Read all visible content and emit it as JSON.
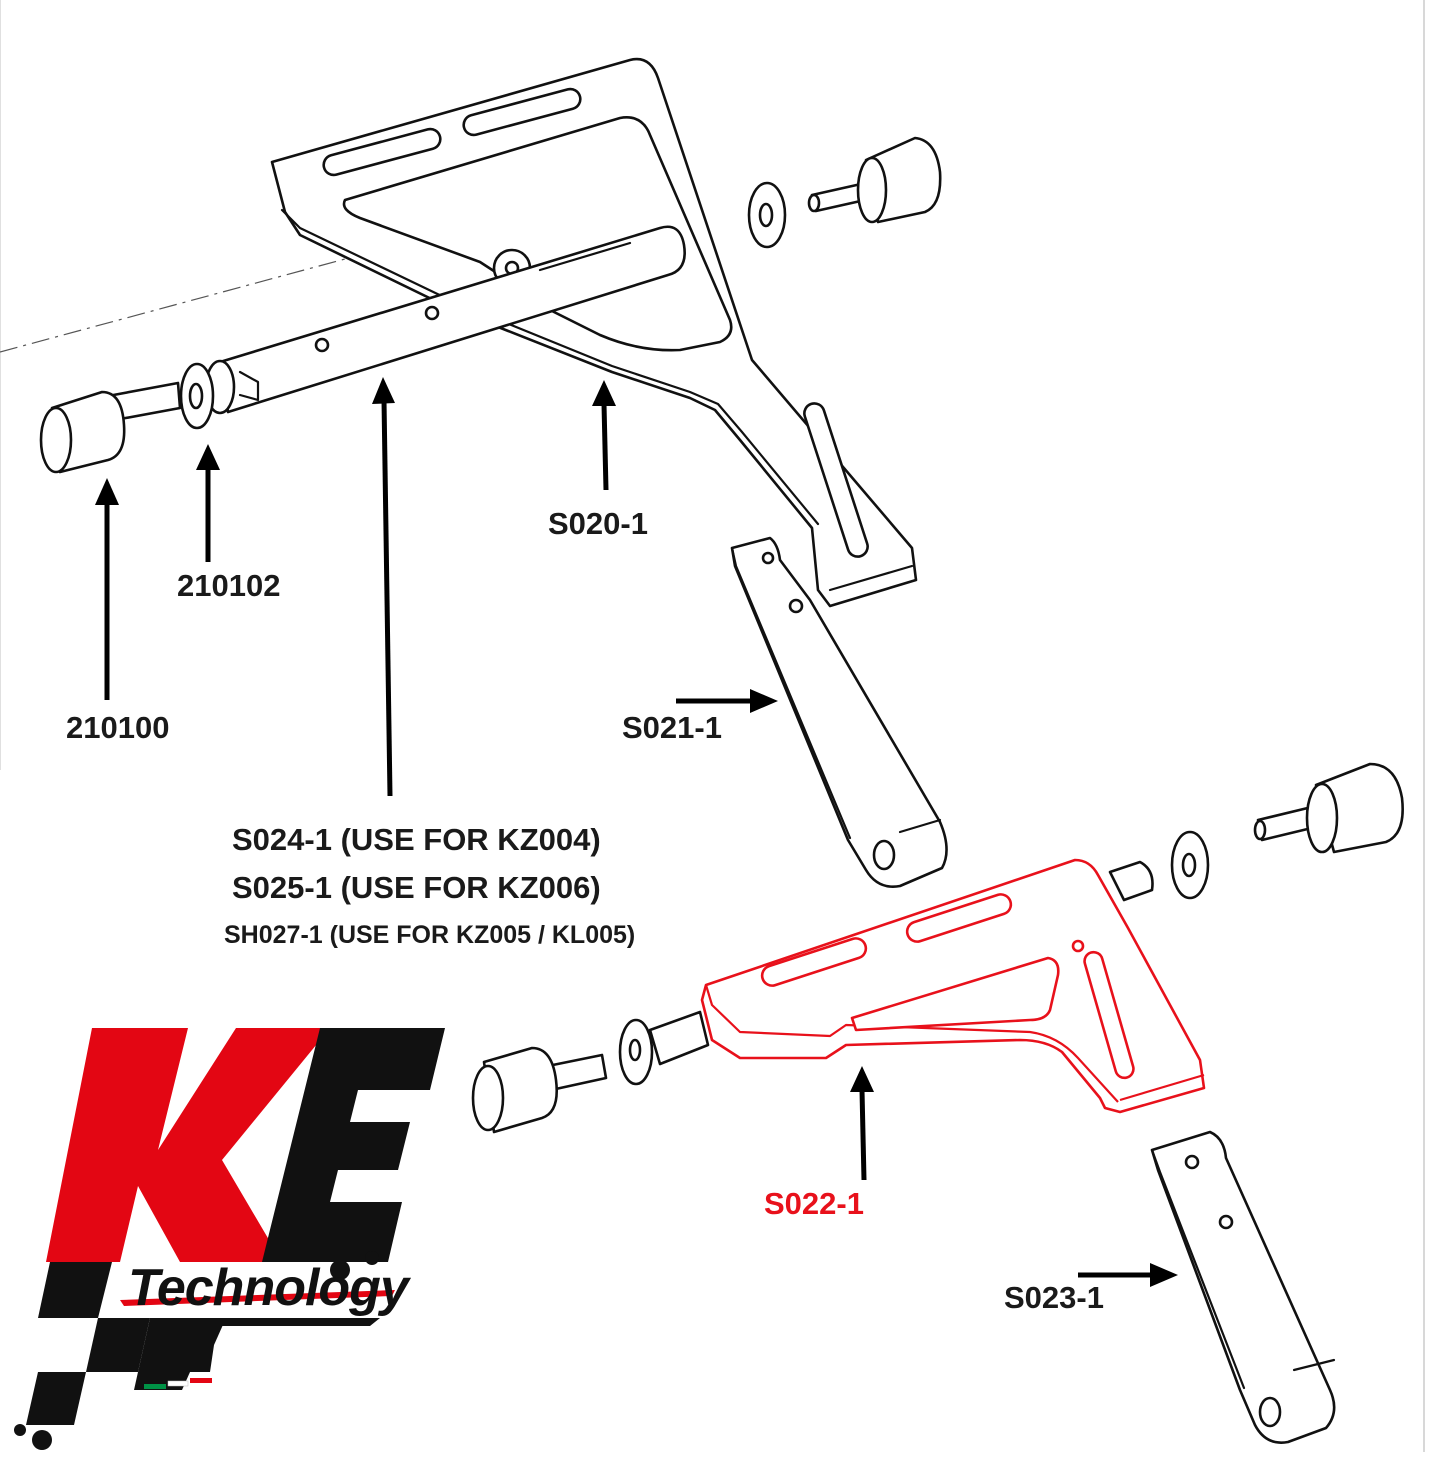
{
  "labels": {
    "p210100": "210100",
    "p210102": "210102",
    "s020": "S020-1",
    "s021": "S021-1",
    "s022": "S022-1",
    "s023": "S023-1",
    "s024": "S024-1 (USE FOR KZ004)",
    "s025": "S025-1 (USE FOR KZ006)",
    "sh027": "SH027-1 (USE FOR KZ005 / KL005)"
  },
  "logo": {
    "letters": "KE",
    "subtitle": "Technology"
  },
  "colors": {
    "highlight": "#e8111b",
    "outline": "#111111",
    "logo_red": "#e30613",
    "logo_black": "#111111",
    "flag_green": "#009246"
  }
}
